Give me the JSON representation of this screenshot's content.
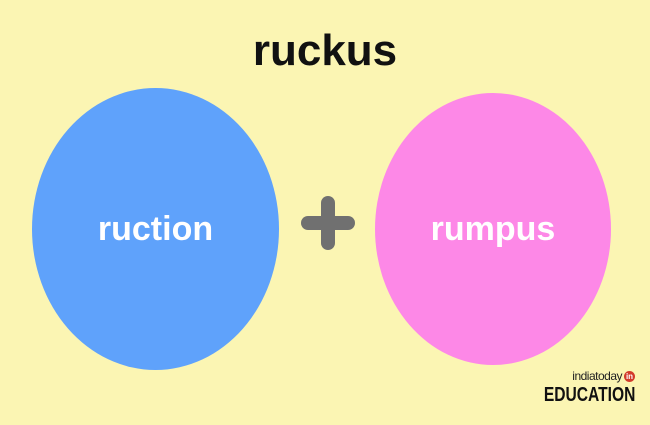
{
  "title": "ruckus",
  "left_word": "ruction",
  "right_word": "rumpus",
  "operator": "+",
  "colors": {
    "background": "#fbf5b3",
    "left_circle": "#5fa2fb",
    "right_circle": "#fd88e7",
    "plus": "#707070"
  },
  "brand": {
    "name": "indiatoday",
    "badge": "in",
    "subtitle": "EDUCATION"
  }
}
